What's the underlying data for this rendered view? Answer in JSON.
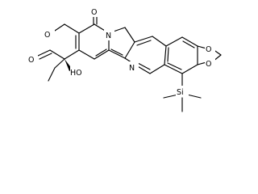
{
  "molecule": {
    "atoms": {
      "oxygen_lactone_ring": "O",
      "oxygen_lactone_carbonyl": "O",
      "oxygen_ketone": "O",
      "ring_nitrogen_upper": "N",
      "ring_nitrogen_lower": "N",
      "hydroxyl": "HO",
      "dioxole_oxygen_upper": "O",
      "dioxole_oxygen_lower": "O",
      "trimethylsilyl": "Si"
    }
  }
}
